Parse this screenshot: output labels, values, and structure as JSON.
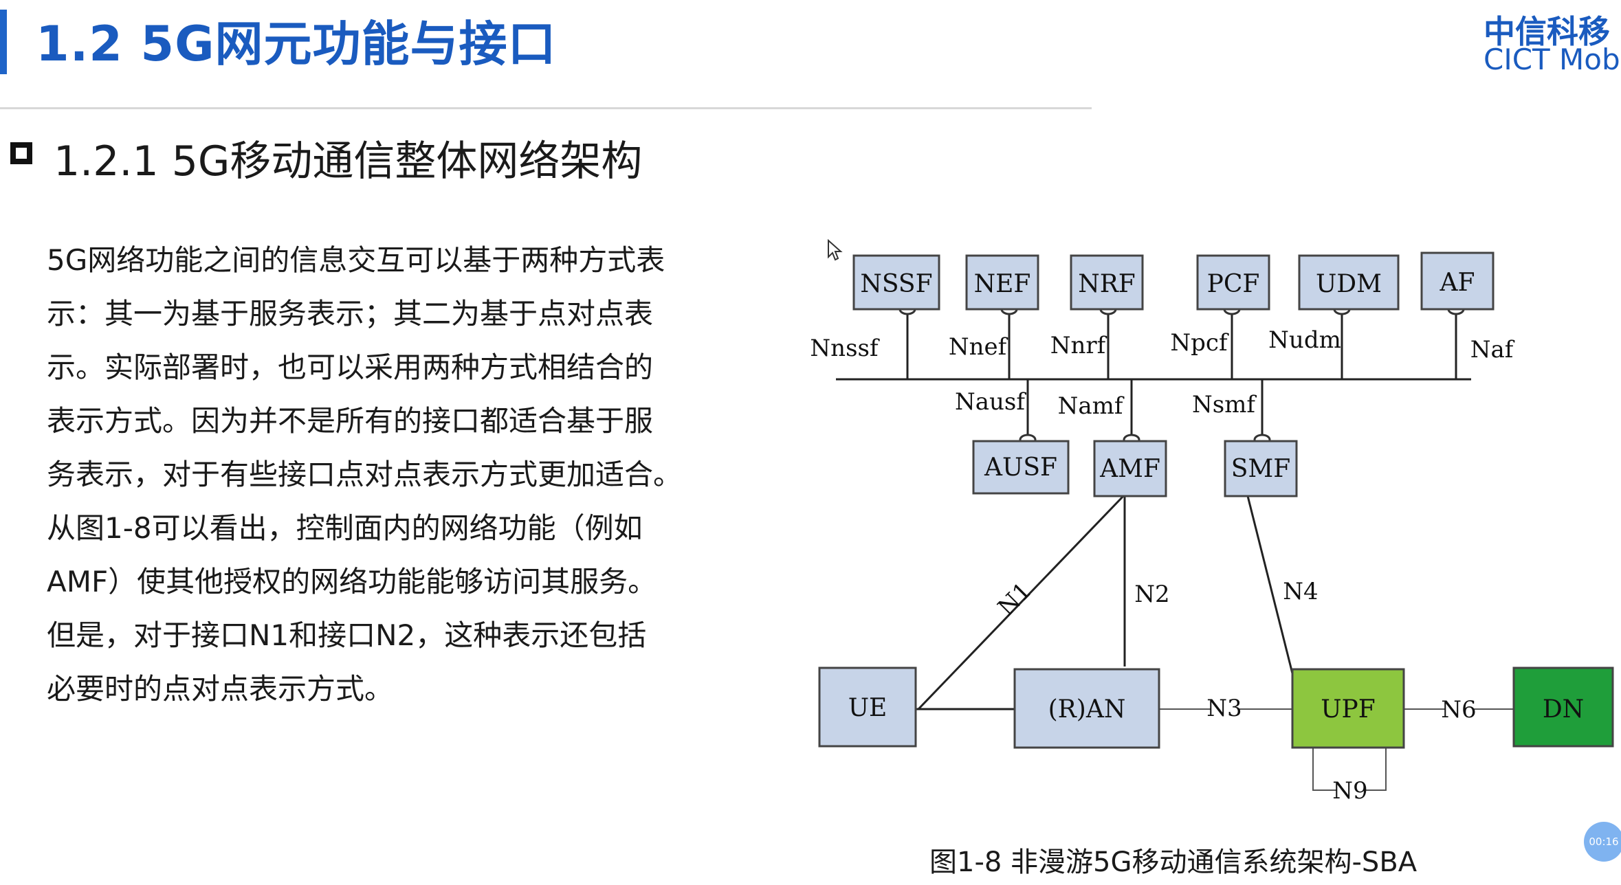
{
  "header": {
    "title": "1.2 5G网元功能与接口",
    "logo_cn": "中信科移",
    "logo_en": "CICT Mob",
    "accent": "#1a5bbf"
  },
  "section": {
    "subtitle": "1.2.1 5G移动通信整体网络架构"
  },
  "body_text": "5G网络功能之间的信息交互可以基于两种方式表\n示：其一为基于服务表示；其二为基于点对点表\n示。实际部署时，也可以采用两种方式相结合的\n表示方式。因为并不是所有的接口都适合基于服\n务表示，对于有些接口点对点表示方式更加适合。\n从图1-8可以看出，控制面内的网络功能（例如\nAMF）使其他授权的网络功能能够访问其服务。\n但是，对于接口N1和接口N2，这种表示还包括\n必要时的点对点表示方式。",
  "diagram": {
    "nodes": {
      "nssf": "NSSF",
      "nef": "NEF",
      "nrf": "NRF",
      "pcf": "PCF",
      "udm": "UDM",
      "af": "AF",
      "ausf": "AUSF",
      "amf": "AMF",
      "smf": "SMF",
      "ue": "UE",
      "ran": "(R)AN",
      "upf": "UPF",
      "dn": "DN"
    },
    "interfaces": {
      "nnssf": "Nnssf",
      "nnef": "Nnef",
      "nnrf": "Nnrf",
      "npcf": "Npcf",
      "nudm": "Nudm",
      "naf": "Naf",
      "nausf": "Nausf",
      "namf": "Namf",
      "nsmf": "Nsmf",
      "n1": "N1",
      "n2": "N2",
      "n3": "N3",
      "n4": "N4",
      "n6": "N6",
      "n9": "N9"
    },
    "colors": {
      "nf_fill": "#c7d4e8",
      "upf_fill": "#8dc63f",
      "dn_fill": "#1f9e3a"
    }
  },
  "caption": "图1-8  非漫游5G移动通信系统架构-SBA",
  "timer": "00:16"
}
